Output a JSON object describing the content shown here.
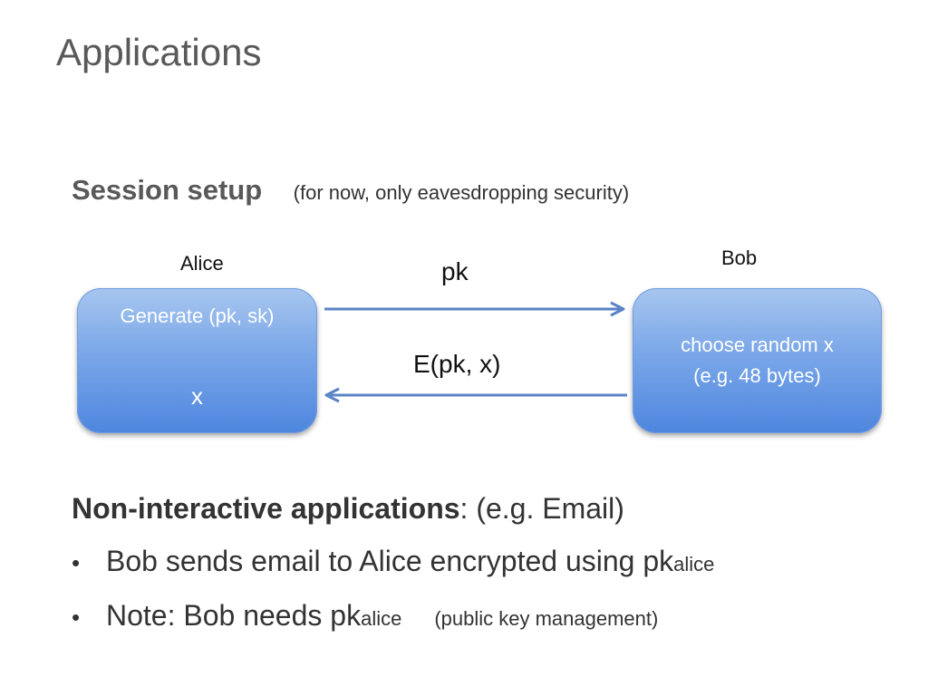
{
  "slide": {
    "title": "Applications"
  },
  "session": {
    "heading": "Session setup",
    "note": "(for now, only eavesdropping security)"
  },
  "diagram": {
    "alice": {
      "label": "Alice",
      "box_line1": "Generate  (pk, sk)",
      "box_line2": "x"
    },
    "bob": {
      "label": "Bob",
      "box_line1": "choose random x",
      "box_line2": "(e.g.  48 bytes)"
    },
    "messages": {
      "to_bob": "pk",
      "to_alice": "E(pk, x)"
    },
    "colors": {
      "box_top": "#a7c6ef",
      "box_bottom": "#4e86df",
      "arrow": "#5a84c6"
    }
  },
  "noninteractive": {
    "heading_bold": "Non-interactive applications",
    "heading_rest": ":  (e.g.  Email)",
    "bullets": [
      {
        "text": "Bob sends email to Alice encrypted using  pk",
        "sub": "alice",
        "note": ""
      },
      {
        "text": "Note:   Bob needs  pk",
        "sub": "alice",
        "note": "(public key management)"
      }
    ]
  }
}
